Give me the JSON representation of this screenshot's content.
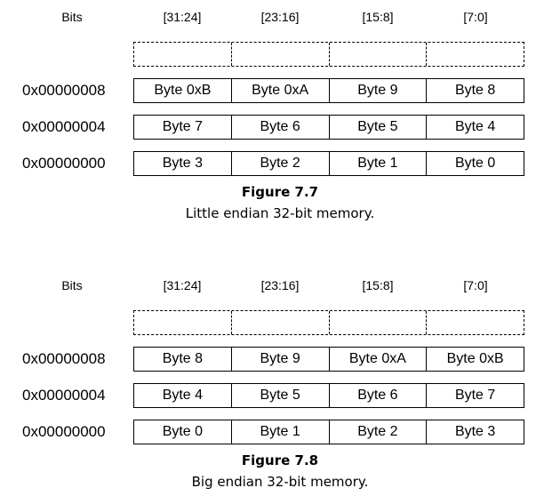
{
  "little_endian": {
    "headers": [
      "Bits",
      "[31:24]",
      "[23:16]",
      "[15:8]",
      "[7:0]"
    ],
    "rows": [
      {
        "address": "0x00000008",
        "bytes": [
          "Byte 0xB",
          "Byte 0xA",
          "Byte 9",
          "Byte 8"
        ]
      },
      {
        "address": "0x00000004",
        "bytes": [
          "Byte 7",
          "Byte 6",
          "Byte 5",
          "Byte 4"
        ]
      },
      {
        "address": "0x00000000",
        "bytes": [
          "Byte 3",
          "Byte 2",
          "Byte 1",
          "Byte 0"
        ]
      }
    ],
    "figure_label": "Figure 7.7",
    "caption": "Little endian 32-bit memory."
  },
  "big_endian": {
    "headers": [
      "Bits",
      "[31:24]",
      "[23:16]",
      "[15:8]",
      "[7:0]"
    ],
    "rows": [
      {
        "address": "0x00000008",
        "bytes": [
          "Byte 8",
          "Byte 9",
          "Byte 0xA",
          "Byte 0xB"
        ]
      },
      {
        "address": "0x00000004",
        "bytes": [
          "Byte 4",
          "Byte 5",
          "Byte 6",
          "Byte 7"
        ]
      },
      {
        "address": "0x00000000",
        "bytes": [
          "Byte 0",
          "Byte 1",
          "Byte 2",
          "Byte 3"
        ]
      }
    ],
    "figure_label": "Figure 7.8",
    "caption": "Big endian 32-bit memory."
  }
}
